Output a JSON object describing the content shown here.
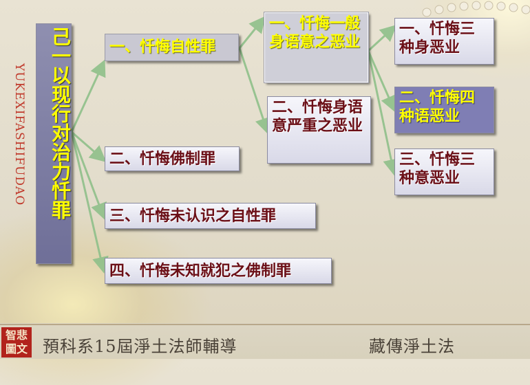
{
  "root": {
    "label": "己一以现行对治力忏罪"
  },
  "side_text": "YUKEXIFASHIFUDAO",
  "level1": [
    {
      "label": "一、忏悔自性罪"
    },
    {
      "label": "二、忏悔佛制罪"
    },
    {
      "label": "三、忏悔未认识之自性罪"
    },
    {
      "label": "四、忏悔未知就犯之佛制罪"
    }
  ],
  "level2": [
    {
      "label": "一、忏悔一般身语意之恶业"
    },
    {
      "label": "二、忏悔身语意严重之恶业"
    }
  ],
  "level3": [
    {
      "label": "一、忏悔三种身恶业"
    },
    {
      "label": "二、忏悔四种语恶业"
    },
    {
      "label": "三、忏悔三种意恶业"
    }
  ],
  "footer": {
    "badge_top": "智悲",
    "badge_bottom": "圖文",
    "course": "預科系15屆淨土法師輔導",
    "tradition": "藏傳淨土法"
  },
  "colors": {
    "highlight_text": "#ffff00",
    "normal_text": "#6b0f17",
    "connector": "#8fc08a"
  }
}
